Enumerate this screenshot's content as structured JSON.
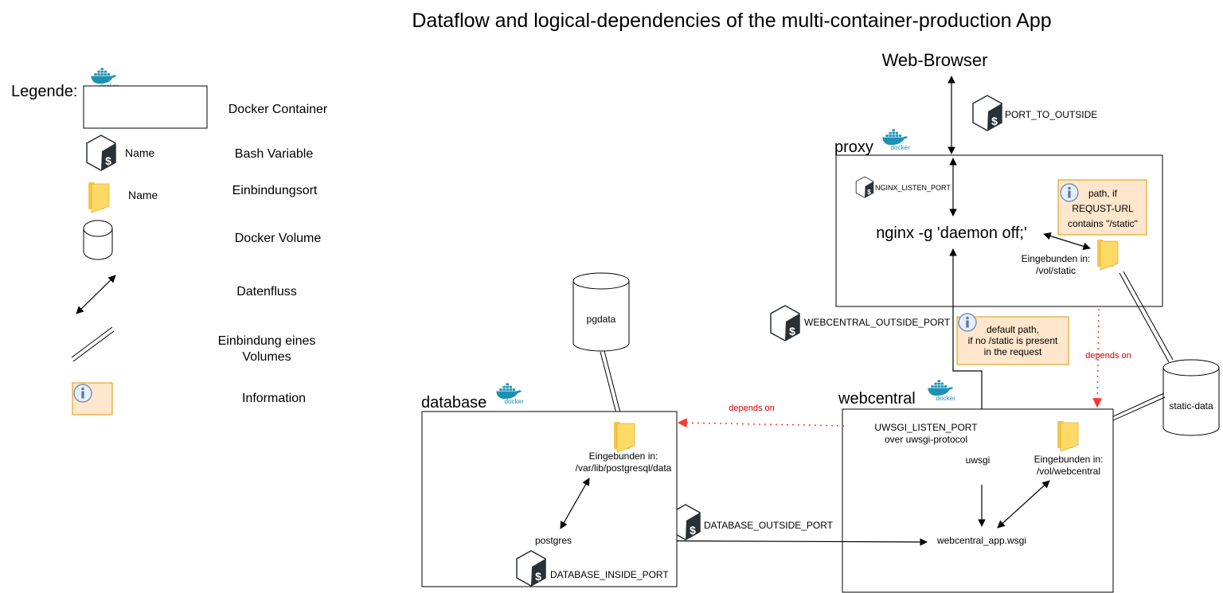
{
  "title": "Dataflow and logical-dependencies of the multi-container-production App",
  "legend": {
    "heading": "Legende:",
    "items": {
      "container": "Docker Container",
      "variable_name": "Name",
      "variable": "Bash Variable",
      "mount_name": "Name",
      "mount": "Einbindungsort",
      "volume": "Docker Volume",
      "dataflow": "Datenfluss",
      "volume_binding_line1": "Einbindung eines",
      "volume_binding_line2": "Volumes",
      "information": "Information"
    }
  },
  "web_browser": "Web-Browser",
  "variables": {
    "port_to_outside": "PORT_TO_OUTSIDE",
    "nginx_listen_port": "NGINX_LISTEN_PORT",
    "webcentral_outside_port": "WEBCENTRAL_OUTSIDE_PORT",
    "database_outside_port": "DATABASE_OUTSIDE_PORT",
    "database_inside_port": "DATABASE_INSIDE_PORT"
  },
  "containers": {
    "proxy": {
      "name": "proxy",
      "command": "nginx -g 'daemon off;'",
      "mount_line1": "Eingebunden in:",
      "mount_line2": "/vol/static",
      "info_line1": "path, if",
      "info_line2": "REQUST-URL",
      "info_line3": "contains \"/static\""
    },
    "webcentral": {
      "name": "webcentral",
      "listen_line1": "UWSGI_LISTEN_PORT",
      "listen_line2": "over uwsgi-protocol",
      "process": "uwsgi",
      "app": "webcentral_app.wsgi",
      "mount_line1": "Eingebunden in:",
      "mount_line2": "/vol/webcentral"
    },
    "database": {
      "name": "database",
      "process": "postgres",
      "mount_line1": "Eingebunden in:",
      "mount_line2": "/var/lib/postgresql/data"
    }
  },
  "volumes": {
    "pgdata": "pgdata",
    "static_data": "static-data"
  },
  "info_default": {
    "line1": "default path,",
    "line2": "if no /static is present",
    "line3": "in the request"
  },
  "dependencies": {
    "proxy_on_webcentral": "depends on",
    "webcentral_on_database": "depends on"
  },
  "docker_logo_text": "docker",
  "colors": {
    "docker_blue": "#1D91B4",
    "info_fill": "#FFE6CC",
    "info_stroke": "#D79B00",
    "folder_fill": "#FFD966",
    "dependency_red": "#FF3333",
    "bash_dark": "#293137"
  }
}
